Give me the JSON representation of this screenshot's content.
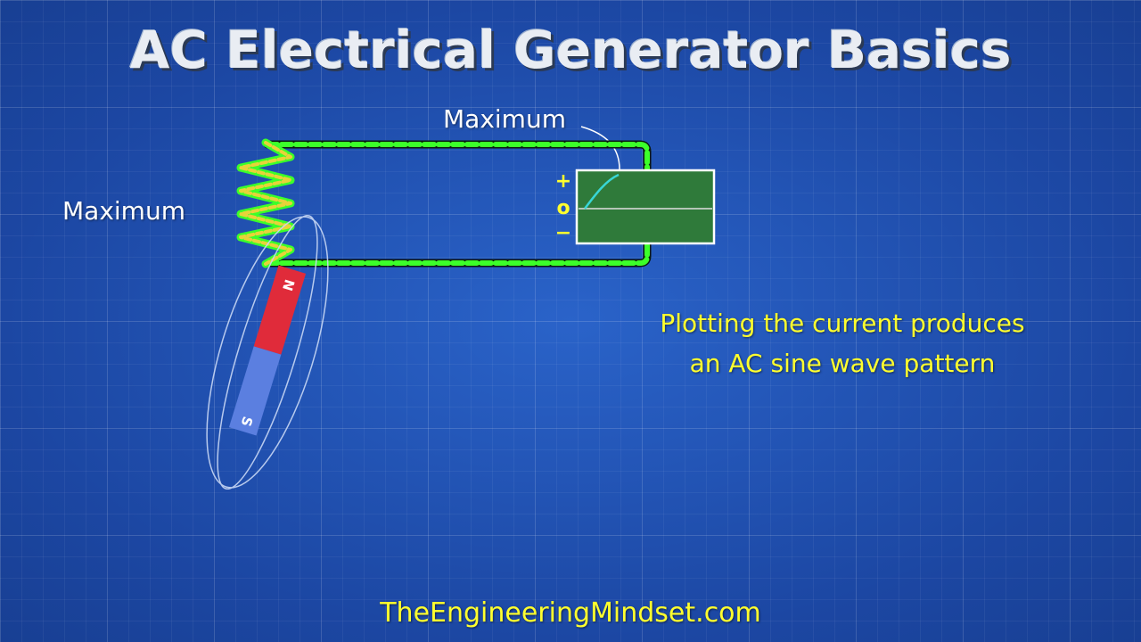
{
  "title": "AC Electrical Generator Basics",
  "coil_label": "Maximum",
  "meter_label": "Maximum",
  "meter": {
    "axis_plus": "+",
    "axis_zero": "o",
    "axis_minus": "−"
  },
  "magnet": {
    "north_label": "N",
    "south_label": "S"
  },
  "caption": {
    "line1": "Plotting the current produces",
    "line2": "an AC sine wave pattern"
  },
  "footer": "TheEngineeringMindset.com",
  "colors": {
    "background": "#1f4fae",
    "wire": "#3cff2a",
    "coil": "#e8d23a",
    "meter_screen": "#2f7a3a",
    "trace": "#38d6d6",
    "magnet_north": "#e02b3a",
    "magnet_south": "#5b7fe0",
    "caption_text": "#ffff2e"
  }
}
